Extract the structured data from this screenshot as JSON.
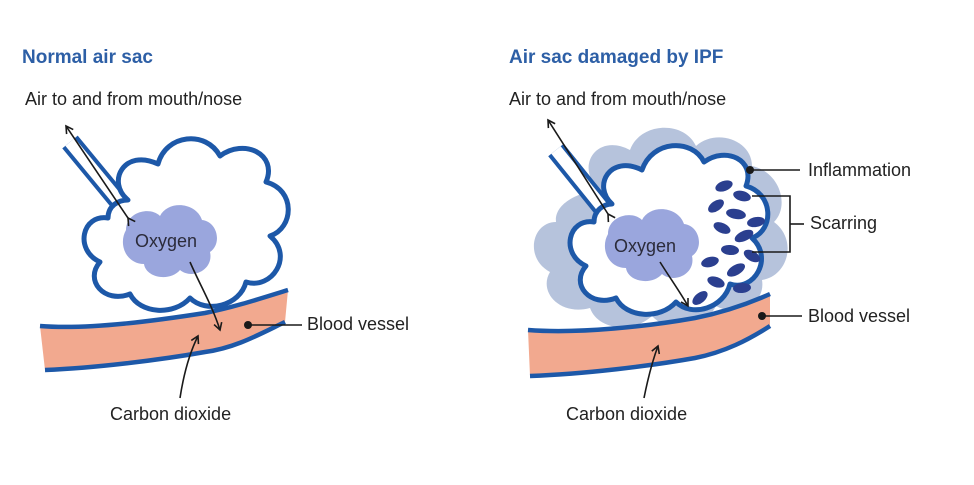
{
  "colors": {
    "title": "#2d5fa6",
    "outline": "#1d58a8",
    "vessel": "#f2a98f",
    "oxygen": "#9aa6dd",
    "inflammation": "#a9b9d6",
    "scar": "#2b3f8f"
  },
  "left_panel": {
    "title": "Normal air sac",
    "air_label": "Air to and from mouth/nose",
    "oxygen_label": "Oxygen",
    "vessel_label": "Blood vessel",
    "co2_label": "Carbon dioxide"
  },
  "right_panel": {
    "title": "Air sac damaged by IPF",
    "air_label": "Air to and from mouth/nose",
    "oxygen_label": "Oxygen",
    "inflammation_label": "Inflammation",
    "scarring_label": "Scarring",
    "vessel_label": "Blood vessel",
    "co2_label": "Carbon dioxide"
  }
}
